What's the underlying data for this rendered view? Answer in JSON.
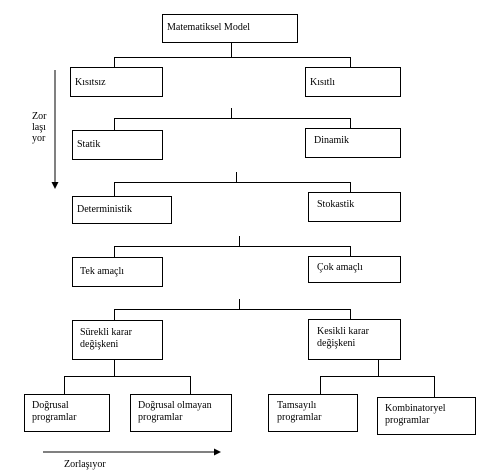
{
  "nodes": {
    "root": "Matematiksel Model",
    "kisitsiz": "Kısıtsız",
    "kisitli": "Kısıtlı",
    "statik": "Statik",
    "dinamik": "Dinamik",
    "deterministik": "Deterministik",
    "stokastik": "Stokastik",
    "tek_amacli": "Tek amaçlı",
    "cok_amacli": "Çok amaçlı",
    "surekli": "Sürekli karar\ndeğişkeni",
    "kesikli": "Kesikli karar\ndeğişkeni",
    "dogrusal": "Doğrusal\nprogramlar",
    "dogrusal_olmayan": "Doğrusal olmayan\nprogramlar",
    "tamsayili": "Tamsayılı\nprogramlar",
    "kombinatoryel": "Kombinatoryel\nprogramlar"
  },
  "labels": {
    "vertical": "Zor\nlaşı\nyor",
    "horizontal": "Zorlaşıyor"
  }
}
